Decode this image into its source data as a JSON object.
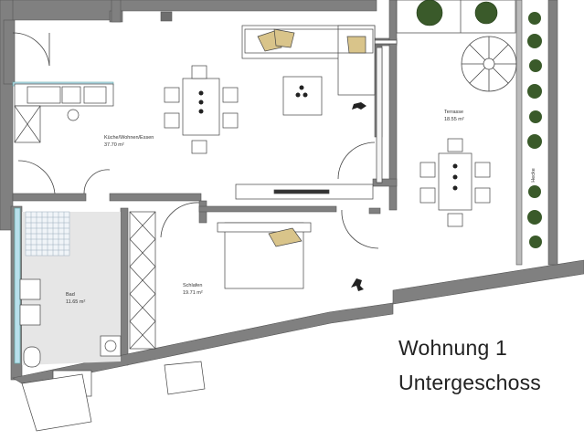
{
  "plan": {
    "title_line1": "Wohnung 1",
    "title_line2": "Untergeschoss",
    "rooms": [
      {
        "name": "Küche/Wohnen/Essen",
        "area": "37.70 m²"
      },
      {
        "name": "Terrasse",
        "area": "18.55 m²"
      },
      {
        "name": "Schlafen",
        "area": "19.71 m²"
      },
      {
        "name": "Bad",
        "area": "11.65 m²"
      }
    ],
    "side_label": "Hecke"
  },
  "colors": {
    "wall": "#808080",
    "wall_dark": "#6e6e6e",
    "floor_bath": "#e6e6e6",
    "glass": "#9fd6e8",
    "plant": "#3a5a2a"
  }
}
